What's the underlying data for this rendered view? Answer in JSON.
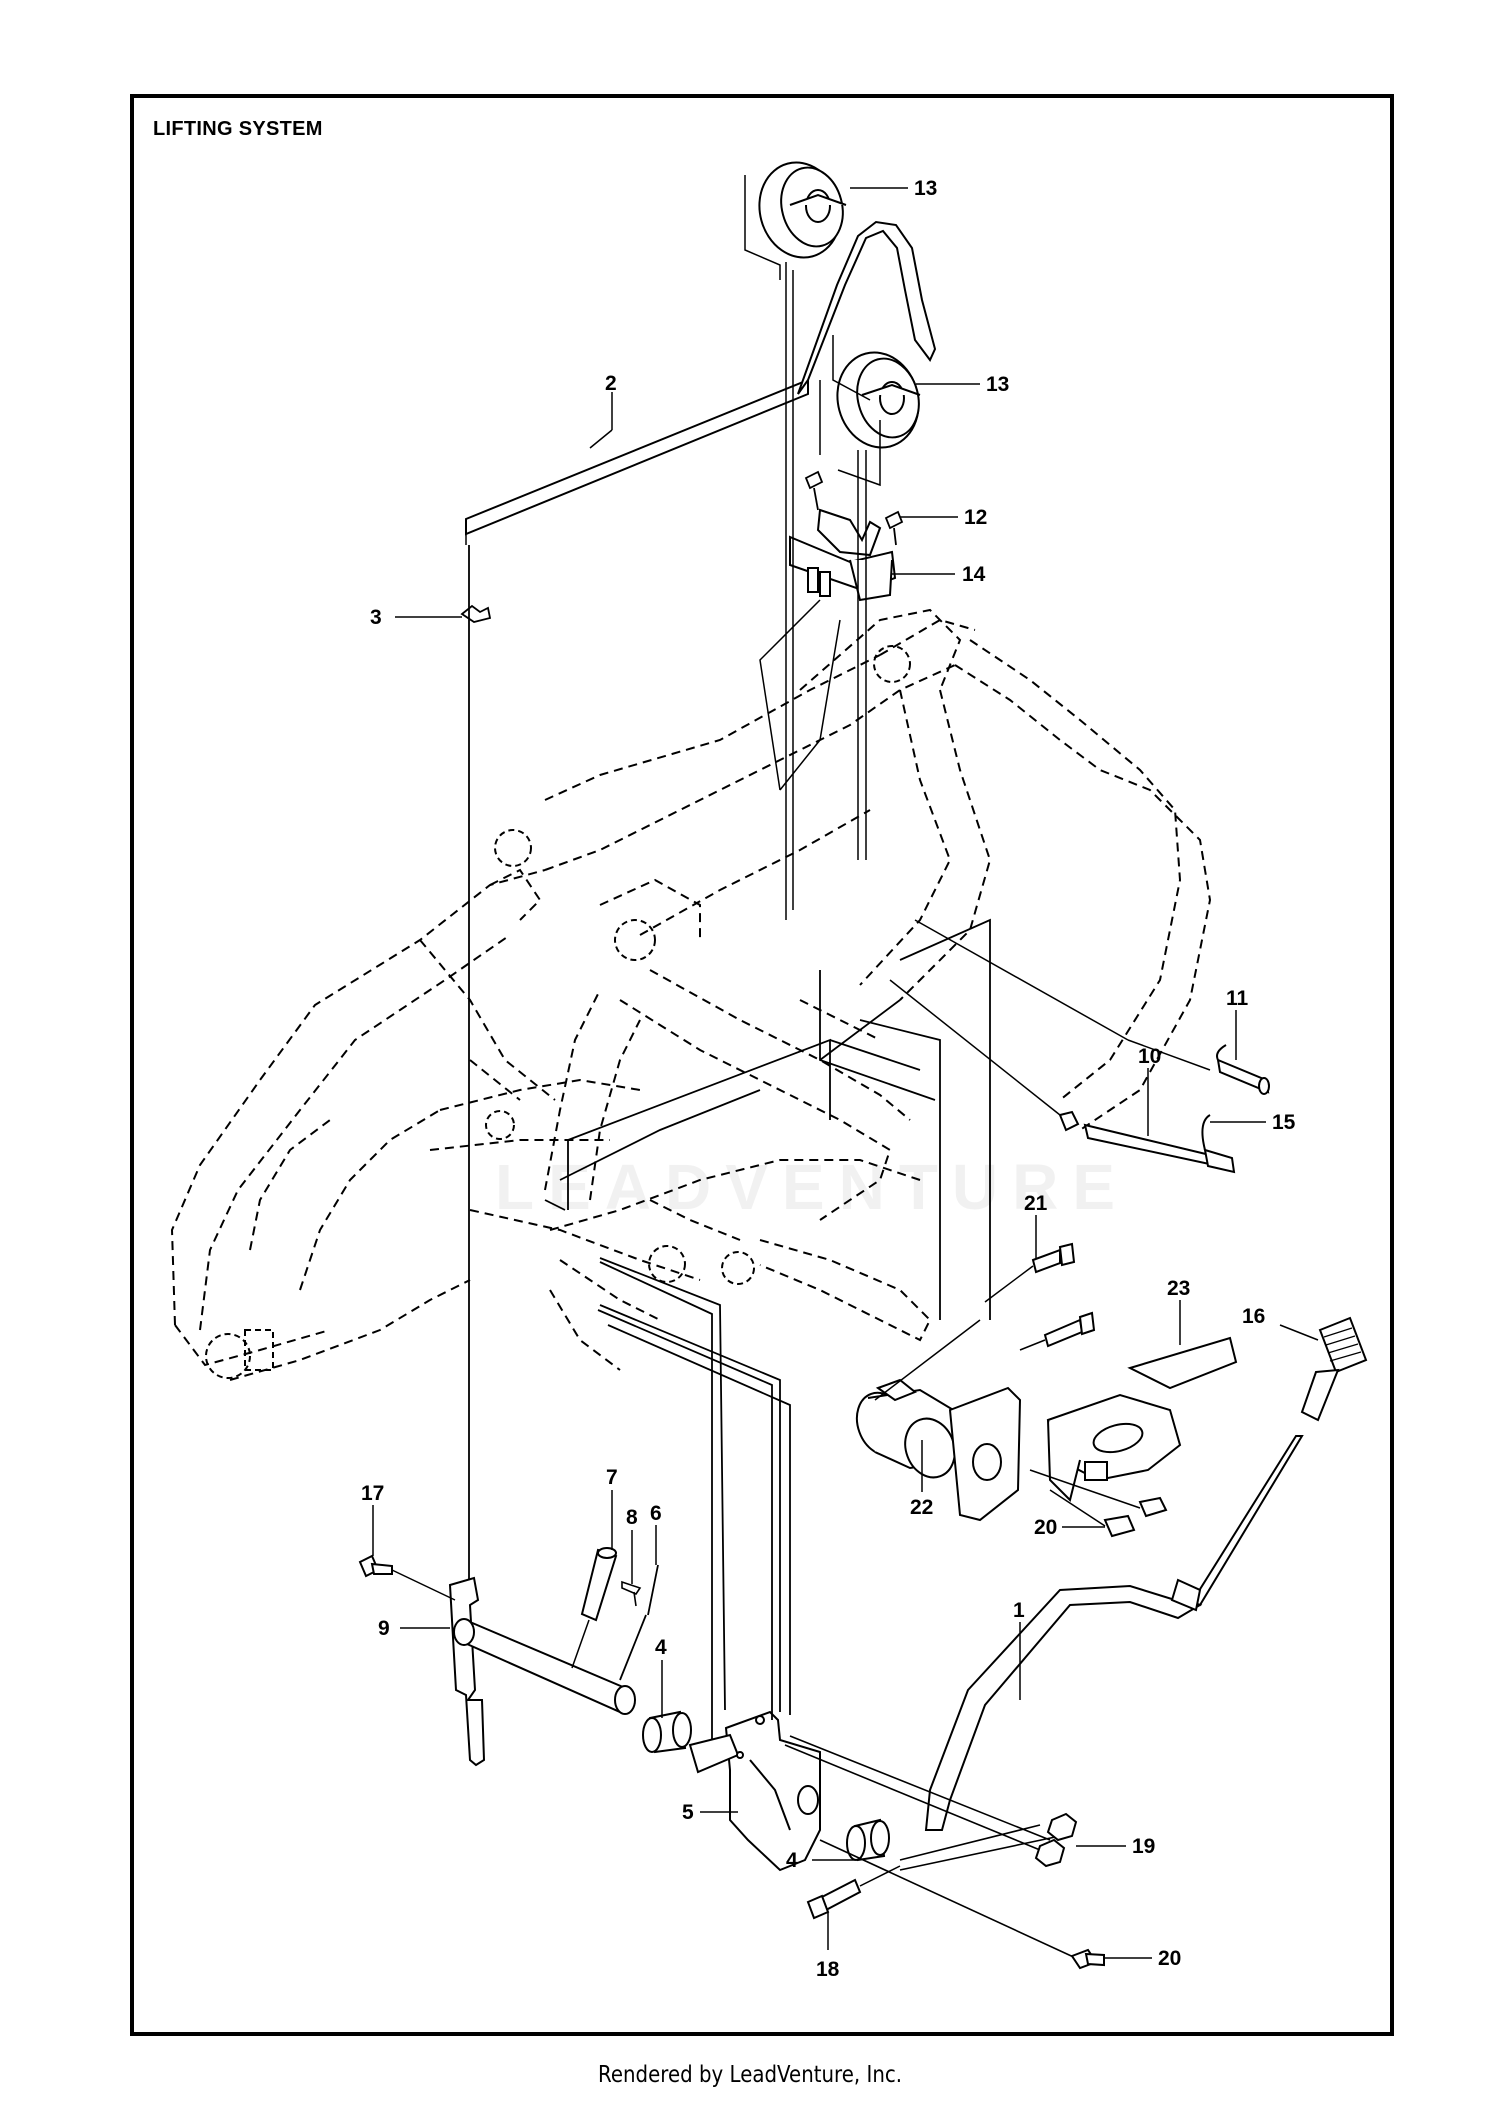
{
  "diagram": {
    "title": "LIFTING SYSTEM",
    "watermark": "LEADVENTURE",
    "footer": "Rendered by LeadVenture, Inc.",
    "callouts": [
      {
        "label": "13"
      },
      {
        "label": "13"
      },
      {
        "label": "2"
      },
      {
        "label": "12"
      },
      {
        "label": "14"
      },
      {
        "label": "3"
      },
      {
        "label": "11"
      },
      {
        "label": "10"
      },
      {
        "label": "15"
      },
      {
        "label": "21"
      },
      {
        "label": "23"
      },
      {
        "label": "16"
      },
      {
        "label": "17"
      },
      {
        "label": "7"
      },
      {
        "label": "8"
      },
      {
        "label": "6"
      },
      {
        "label": "22"
      },
      {
        "label": "20"
      },
      {
        "label": "9"
      },
      {
        "label": "4"
      },
      {
        "label": "1"
      },
      {
        "label": "5"
      },
      {
        "label": "4"
      },
      {
        "label": "19"
      },
      {
        "label": "18"
      },
      {
        "label": "20"
      }
    ]
  }
}
